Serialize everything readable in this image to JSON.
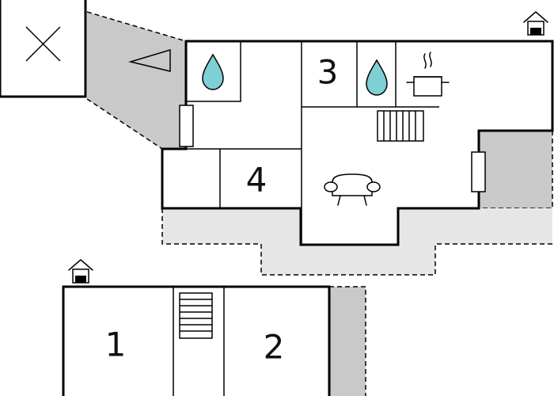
{
  "floorplan": {
    "rooms": [
      {
        "id": "room-1",
        "label": "1"
      },
      {
        "id": "room-2",
        "label": "2"
      },
      {
        "id": "room-3",
        "label": "3"
      },
      {
        "id": "room-4",
        "label": "4"
      }
    ],
    "colors": {
      "wall": "#000000",
      "terrace_dark": "#c9c9c9",
      "terrace_light": "#e6e6e6",
      "water": "#7ecfd6",
      "background": "#ffffff"
    },
    "icons": [
      "house-icon",
      "water-drop-icon",
      "cooking-pot-icon",
      "radiator-icon",
      "sofa-icon",
      "staircase-icon",
      "window-icon",
      "cross-mark-icon",
      "compass-arrow-icon"
    ]
  }
}
